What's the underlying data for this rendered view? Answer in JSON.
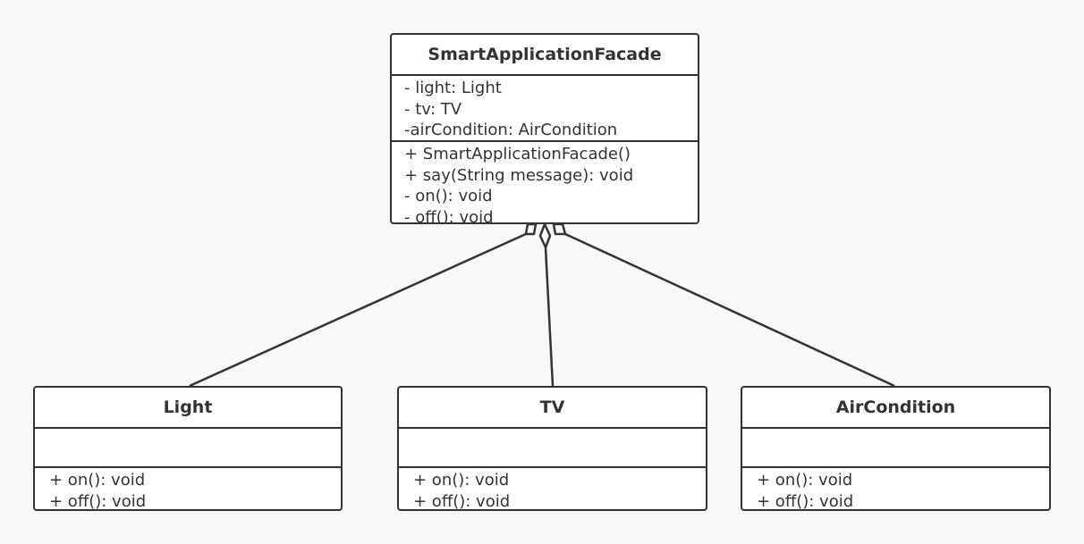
{
  "diagram": {
    "colors": {
      "background": "#f8f8f8",
      "line": "#333333",
      "box_fill": "#ffffff",
      "text": "#333333"
    },
    "facade": {
      "name": "SmartApplicationFacade",
      "attributes": [
        "- light: Light",
        "- tv: TV",
        "-airCondition: AirCondition"
      ],
      "operations": [
        "+ SmartApplicationFacade()",
        "+ say(String message): void",
        "- on(): void",
        "- off(): void"
      ]
    },
    "light": {
      "name": "Light",
      "operations": [
        "+ on(): void",
        "+ off(): void"
      ]
    },
    "tv": {
      "name": "TV",
      "operations": [
        "+ on(): void",
        "+ off(): void"
      ]
    },
    "aircondition": {
      "name": "AirCondition",
      "operations": [
        "+ on(): void",
        "+ off(): void"
      ]
    },
    "relationships": [
      {
        "type": "aggregation",
        "whole": "SmartApplicationFacade",
        "part": "Light"
      },
      {
        "type": "aggregation",
        "whole": "SmartApplicationFacade",
        "part": "TV"
      },
      {
        "type": "aggregation",
        "whole": "SmartApplicationFacade",
        "part": "AirCondition"
      }
    ]
  }
}
